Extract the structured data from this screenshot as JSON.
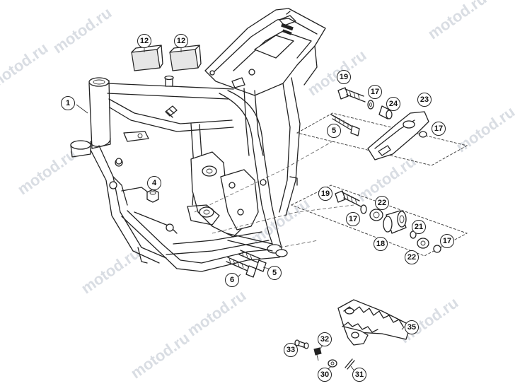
{
  "watermark": "motod.ru",
  "callouts": [
    {
      "id": "c1",
      "label": "1"
    },
    {
      "id": "c12a",
      "label": "12"
    },
    {
      "id": "c12b",
      "label": "12"
    },
    {
      "id": "c4",
      "label": "4"
    },
    {
      "id": "c5a",
      "label": "5"
    },
    {
      "id": "c5b",
      "label": "5"
    },
    {
      "id": "c6",
      "label": "6"
    },
    {
      "id": "c19a",
      "label": "19"
    },
    {
      "id": "c17a",
      "label": "17"
    },
    {
      "id": "c24",
      "label": "24"
    },
    {
      "id": "c23",
      "label": "23"
    },
    {
      "id": "c17b",
      "label": "17"
    },
    {
      "id": "c19b",
      "label": "19"
    },
    {
      "id": "c22a",
      "label": "22"
    },
    {
      "id": "c17c",
      "label": "17"
    },
    {
      "id": "c21",
      "label": "21"
    },
    {
      "id": "c17d",
      "label": "17"
    },
    {
      "id": "c18",
      "label": "18"
    },
    {
      "id": "c22b",
      "label": "22"
    },
    {
      "id": "c35",
      "label": "35"
    },
    {
      "id": "c32",
      "label": "32"
    },
    {
      "id": "c33",
      "label": "33"
    },
    {
      "id": "c30",
      "label": "30"
    },
    {
      "id": "c31",
      "label": "31"
    }
  ]
}
